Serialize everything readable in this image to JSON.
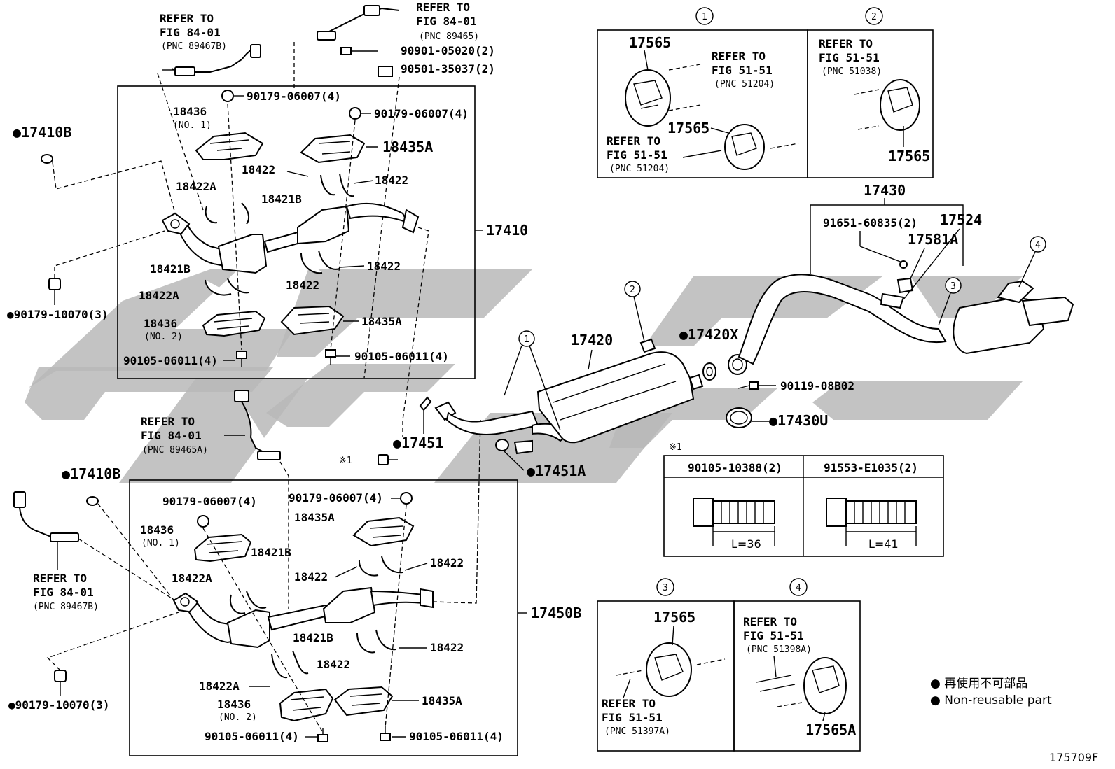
{
  "refer_blocks": {
    "o2_top_left": [
      "REFER TO",
      "FIG 84-01",
      "(PNC 89467B)"
    ],
    "o2_top_right": [
      "REFER TO",
      "FIG 84-01",
      "(PNC 89465)"
    ],
    "o2_mid": [
      "REFER TO",
      "FIG 84-01",
      "(PNC 89465A)"
    ],
    "o2_bottom_left": [
      "REFER TO",
      "FIG 84-01",
      "(PNC 89467B)"
    ]
  },
  "upper_assembly": {
    "assembly_no": "17410",
    "labels": {
      "p90901": "90901-05020(2)",
      "p90501": "90501-35037(2)",
      "nut_a": "90179-06007(4)",
      "nut_b": "90179-06007(4)",
      "ins18436_1": "18436",
      "ins18436_1_sub": "(NO. 1)",
      "ins18435a_1": "18435A",
      "b18422_1": "18422",
      "b18422_2": "18422",
      "b18422a_1": "18422A",
      "b18421b_1": "18421B",
      "b18421b_2": "18421B",
      "b18422_3": "18422",
      "b18422_4": "18422",
      "b18422a_2": "18422A",
      "ins18436_2": "18436",
      "ins18436_2_sub": "(NO. 2)",
      "ins18435a_2": "18435A",
      "bolt_a": "90105-06011(4)",
      "bolt_b": "90105-06011(4)"
    }
  },
  "upper_gasket": "●17410B",
  "upper_nut_side": "●90179-10070(3)",
  "lower_assembly": {
    "assembly_no": "17450B",
    "labels": {
      "nut_a": "90179-06007(4)",
      "nut_b": "90179-06007(4)",
      "ins18436_1": "18436",
      "ins18436_1_sub": "(NO. 1)",
      "ins18435a_1": "18435A",
      "b18421b_1": "18421B",
      "b18422a_1": "18422A",
      "b18422_1": "18422",
      "b18422_2": "18422",
      "b18421b_2": "18421B",
      "b18422_3": "18422",
      "b18422_4": "18422",
      "b18422a_2": "18422A",
      "ins18436_2": "18436",
      "ins18436_2_sub": "(NO. 2)",
      "ins18435a_2": "18435A",
      "bolt_a": "90105-06011(4)",
      "bolt_b": "90105-06011(4)"
    }
  },
  "lower_gasket": "●17410B",
  "lower_nut_side": "●90179-10070(3)",
  "center": {
    "p17451": "●17451",
    "p17451a": "●17451A",
    "note1": "※1",
    "p17420": "17420",
    "p17420x": "●17420X",
    "p90119": "90119-08B02",
    "p17430u": "●17430U",
    "p17430": "17430",
    "p91651": "91651-60835(2)",
    "p17524": "17524",
    "p17581a": "17581A",
    "callout_1": "1",
    "callout_2": "2",
    "callout_3": "3",
    "callout_4": "4"
  },
  "box1": {
    "callout": "1",
    "part_a": "17565",
    "part_b": "17565",
    "ref_a": [
      "REFER TO",
      "FIG 51-51",
      "(PNC 51204)"
    ],
    "ref_b": [
      "REFER TO",
      "FIG 51-51",
      "(PNC 51204)"
    ]
  },
  "box2": {
    "callout": "2",
    "part": "17565",
    "ref": [
      "REFER TO",
      "FIG 51-51",
      "(PNC 51038)"
    ]
  },
  "box3": {
    "callout": "3",
    "part": "17565",
    "ref": [
      "REFER TO",
      "FIG 51-51",
      "(PNC 51397A)"
    ]
  },
  "box4": {
    "callout": "4",
    "part": "17565A",
    "ref": [
      "REFER TO",
      "FIG 51-51",
      "(PNC 51398A)"
    ]
  },
  "bolt_table": {
    "note": "※1",
    "col1": "90105-10388(2)",
    "col2": "91553-E1035(2)",
    "len1": "L=36",
    "len2": "L=41"
  },
  "legend": {
    "line_jp": "● 再使用不可部品",
    "line_en": "● Non-reusable part"
  },
  "figure_id": "175709F",
  "colors": {
    "ink": "#000000",
    "watermark": "#b9b9b9",
    "paper": "#ffffff"
  }
}
